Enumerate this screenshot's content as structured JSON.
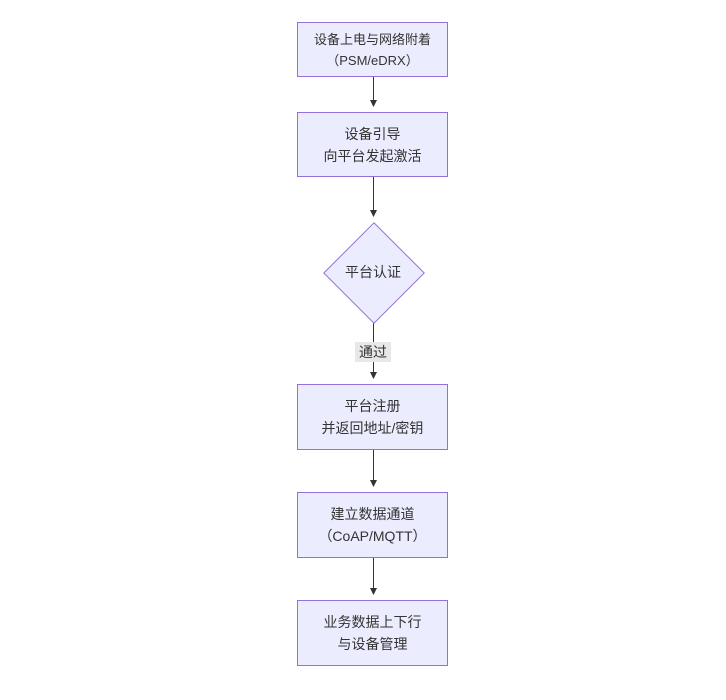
{
  "diagram": {
    "type": "flowchart",
    "direction": "top-down",
    "colors": {
      "background": "#ffffff",
      "node_fill": "#ECECFF",
      "node_border": "#9370DB",
      "text": "#333333",
      "edge": "#333333",
      "edge_label_bg": "#e8e8e8"
    },
    "nodes": [
      {
        "id": "power-attach",
        "shape": "rect",
        "lines": [
          "设备上电与网络附着",
          "（PSM/eDRX）"
        ]
      },
      {
        "id": "bootstrap",
        "shape": "rect",
        "lines": [
          "设备引导",
          "向平台发起激活"
        ]
      },
      {
        "id": "platform-auth",
        "shape": "diamond",
        "lines": [
          "平台认证"
        ]
      },
      {
        "id": "register",
        "shape": "rect",
        "lines": [
          "平台注册",
          "并返回地址/密钥"
        ]
      },
      {
        "id": "data-channel",
        "shape": "rect",
        "lines": [
          "建立数据通道",
          "（CoAP/MQTT）"
        ]
      },
      {
        "id": "business",
        "shape": "rect",
        "lines": [
          "业务数据上下行",
          "与设备管理"
        ]
      }
    ],
    "edges": [
      {
        "from": "power-attach",
        "to": "bootstrap",
        "label": ""
      },
      {
        "from": "bootstrap",
        "to": "platform-auth",
        "label": ""
      },
      {
        "from": "platform-auth",
        "to": "register",
        "label": "通过"
      },
      {
        "from": "register",
        "to": "data-channel",
        "label": ""
      },
      {
        "from": "data-channel",
        "to": "business",
        "label": ""
      }
    ]
  }
}
